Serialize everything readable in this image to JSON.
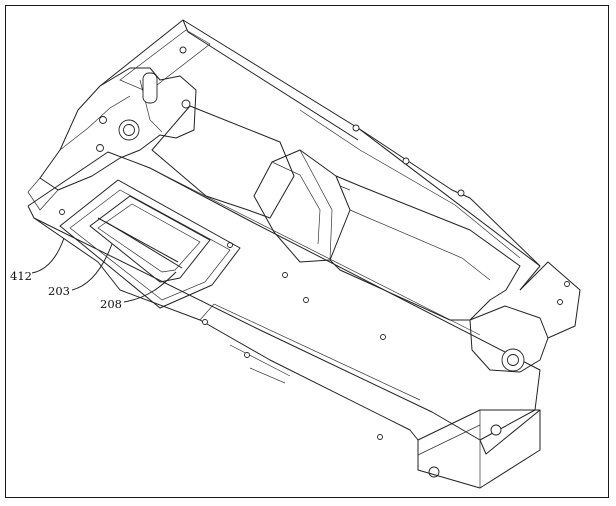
{
  "figure": {
    "labels": {
      "ref_412": "412",
      "ref_203": "203",
      "ref_208": "208"
    }
  }
}
